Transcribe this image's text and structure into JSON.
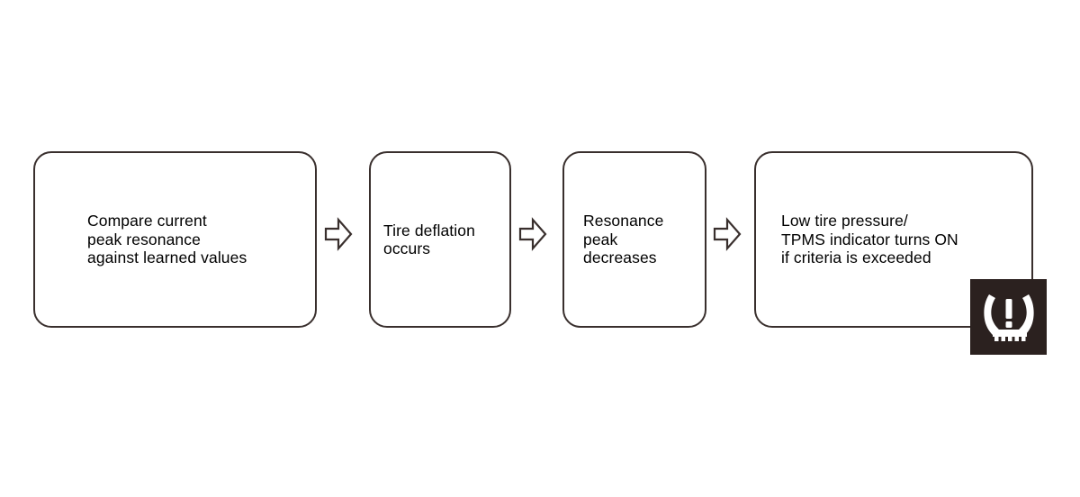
{
  "diagram": {
    "type": "flowchart",
    "orientation": "left-to-right",
    "background_color": "#ffffff",
    "stroke_color": "#392f2d",
    "text_color": "#000000",
    "nodes": [
      {
        "id": "compare-peak-resonance",
        "label": "Compare current\npeak resonance\nagainst learned values",
        "shape": "rounded-rectangle"
      },
      {
        "id": "tire-deflation",
        "label": "Tire deflation\noccurs",
        "shape": "rounded-rectangle"
      },
      {
        "id": "resonance-peak-decreases",
        "label": "Resonance\npeak\ndecreases",
        "shape": "rounded-rectangle"
      },
      {
        "id": "tpms-indicator-on",
        "label": "Low tire pressure/\nTPMS indicator turns ON\nif criteria is exceeded",
        "shape": "rounded-rectangle"
      }
    ],
    "connectors": [
      {
        "id": "arrow-1",
        "icon": "arrow-right-icon",
        "from": "compare-peak-resonance",
        "to": "tire-deflation"
      },
      {
        "id": "arrow-2",
        "icon": "arrow-right-icon",
        "from": "tire-deflation",
        "to": "resonance-peak-decreases"
      },
      {
        "id": "arrow-3",
        "icon": "arrow-right-icon",
        "from": "resonance-peak-decreases",
        "to": "tpms-indicator-on"
      }
    ],
    "indicator": {
      "id": "tpms-warning-lamp",
      "icon": "tpms-warning-icon",
      "background_color": "#2b211f",
      "glyph_color": "#ffffff"
    }
  }
}
